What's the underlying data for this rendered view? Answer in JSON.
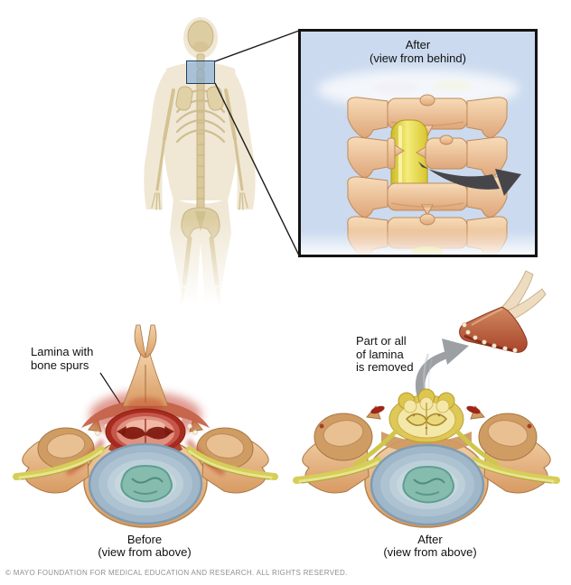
{
  "illustration": {
    "inset": {
      "title": "After",
      "subtitle": "(view from behind)"
    },
    "before_label": {
      "line1": "Lamina with",
      "line2": "bone spurs"
    },
    "after_label": {
      "line1": "Part or all",
      "line2": "of lamina",
      "line3": "is removed"
    },
    "before_caption": {
      "title": "Before",
      "subtitle": "(view from above)"
    },
    "after_caption": {
      "title": "After",
      "subtitle": "(view from above)"
    },
    "copyright": "© MAYO FOUNDATION FOR MEDICAL EDUCATION AND RESEARCH. ALL RIGHTS RESERVED.",
    "colors": {
      "inset_background": "#cbdaef",
      "inset_border": "#141414",
      "neck_highlight_blue": "#7eaad8",
      "bone_light": "#f2d0a6",
      "bone_dark": "#c08a58",
      "inflamed_red": "#b22d1e",
      "cord_compressed_pink": "#e09180",
      "cord_exposed_yellow": "#f3e8a8",
      "dura_yellow": "#ddc64e",
      "disc_blue": "#a9c0d2",
      "nucleus_teal": "#85bcae",
      "nerve_yellow": "#d5ce57",
      "arrow_dark_gray": "#46464a",
      "arrow_light_gray": "#9da0a3",
      "skeleton_bone": "#dccb9e"
    }
  }
}
